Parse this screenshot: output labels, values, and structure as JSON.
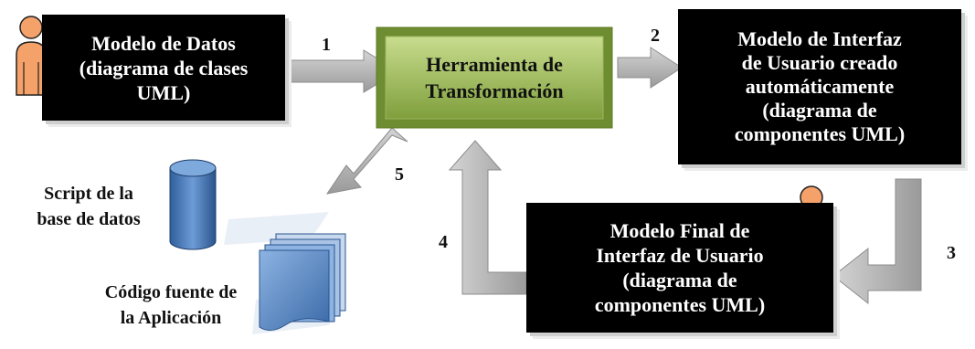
{
  "boxes": {
    "data_model": "Modelo de Datos\n(diagrama de clases\nUML)",
    "transform_tool": "Herramienta de\nTransformación",
    "ui_model_auto": "Modelo de Interfaz\nde Usuario creado\nautomáticamente\n(diagrama de\ncomponentes UML)",
    "ui_model_final": "Modelo Final de\nInterfaz de Usuario\n(diagrama de\ncomponentes UML)"
  },
  "arrow_numbers": {
    "step1": "1",
    "step2": "2",
    "step3": "3",
    "step4": "4",
    "step5": "5"
  },
  "outputs": {
    "db_script": "Script de la\nbase de datos",
    "app_source": "Código fuente de\nla Aplicación"
  },
  "icons": [
    "person-icon",
    "person-icon",
    "database-cylinder-icon",
    "document-stack-icon"
  ],
  "colors": {
    "box_fill": "#000000",
    "tool_green": "#8fb04a",
    "arrow_gray": "#b8b8b8",
    "person_orange": "#f5a16a",
    "db_blue": "#4f81bd"
  }
}
